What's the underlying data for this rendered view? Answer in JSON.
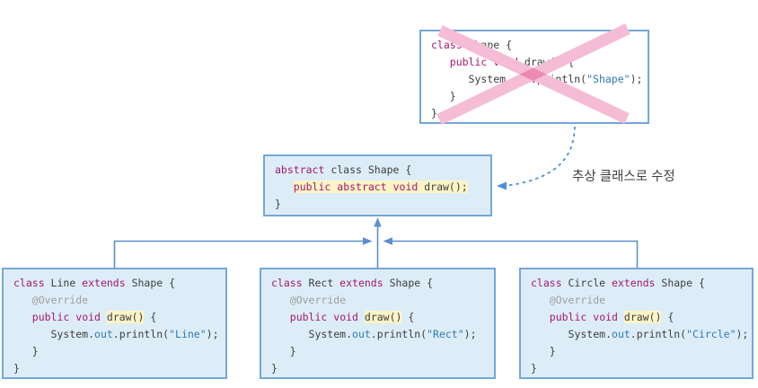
{
  "colors": {
    "keyword": "#a31670",
    "plain": "#3d3d3d",
    "blue": "#2d78b5",
    "gray": "#9e9e9e",
    "highlight": "#fdf4c6",
    "box_fill": "#ddedf8",
    "box_border": "#74a7d8",
    "arrow": "#5b8fd0",
    "dashed": "#4a90d9",
    "cross": "#f5bcd5",
    "label": "#3f3f3f",
    "bg": "#ffffff"
  },
  "annotation": {
    "label": "추상 클래스로 수정"
  },
  "boxes": {
    "crossed_shape": {
      "title": "class Shape (crossed out)",
      "lines": [
        [
          {
            "t": "class",
            "c": "kw"
          },
          {
            "t": " Shape {",
            "c": "pl"
          }
        ],
        [
          {
            "t": "   ",
            "c": "pl"
          },
          {
            "t": "public",
            "c": "kw"
          },
          {
            "t": " ",
            "c": "pl"
          },
          {
            "t": "void",
            "c": "kw"
          },
          {
            "t": " draw() {",
            "c": "pl"
          }
        ],
        [
          {
            "t": "      System.",
            "c": "pl"
          },
          {
            "t": "out",
            "c": "bl"
          },
          {
            "t": ".println(",
            "c": "pl"
          },
          {
            "t": "\"Shape\"",
            "c": "bl"
          },
          {
            "t": ");",
            "c": "pl"
          }
        ],
        [
          {
            "t": "   }",
            "c": "pl"
          }
        ],
        [
          {
            "t": "}",
            "c": "pl"
          }
        ]
      ]
    },
    "abstract_shape": {
      "title": "abstract class Shape",
      "lines": [
        [
          {
            "t": "abstract",
            "c": "kw"
          },
          {
            "t": " class Shape {",
            "c": "pl"
          }
        ],
        [
          {
            "t": "   ",
            "c": "pl"
          },
          {
            "t": "public",
            "c": "kw",
            "h": true
          },
          {
            "t": " ",
            "c": "pl",
            "h": true
          },
          {
            "t": "abstract",
            "c": "kw",
            "h": true
          },
          {
            "t": " ",
            "c": "pl",
            "h": true
          },
          {
            "t": "void",
            "c": "kw",
            "h": true
          },
          {
            "t": " draw();",
            "c": "pl",
            "h": true
          }
        ],
        [
          {
            "t": "}",
            "c": "pl"
          }
        ]
      ]
    },
    "line_class": {
      "title": "class Line extends Shape",
      "lines": [
        [
          {
            "t": "class",
            "c": "kw"
          },
          {
            "t": " Line ",
            "c": "pl"
          },
          {
            "t": "extends",
            "c": "kw"
          },
          {
            "t": " Shape {",
            "c": "pl"
          }
        ],
        [
          {
            "t": "   ",
            "c": "pl"
          },
          {
            "t": "@Override",
            "c": "gy"
          }
        ],
        [
          {
            "t": "   ",
            "c": "pl"
          },
          {
            "t": "public",
            "c": "kw"
          },
          {
            "t": " ",
            "c": "pl"
          },
          {
            "t": "void",
            "c": "kw"
          },
          {
            "t": " ",
            "c": "pl"
          },
          {
            "t": "draw()",
            "c": "pl",
            "h": true
          },
          {
            "t": " {",
            "c": "pl"
          }
        ],
        [
          {
            "t": "      System.",
            "c": "pl"
          },
          {
            "t": "out",
            "c": "bl"
          },
          {
            "t": ".println(",
            "c": "pl"
          },
          {
            "t": "\"Line\"",
            "c": "bl"
          },
          {
            "t": ");",
            "c": "pl"
          }
        ],
        [
          {
            "t": "   }",
            "c": "pl"
          }
        ],
        [
          {
            "t": "}",
            "c": "pl"
          }
        ]
      ]
    },
    "rect_class": {
      "title": "class Rect extends Shape",
      "lines": [
        [
          {
            "t": "class",
            "c": "kw"
          },
          {
            "t": " Rect ",
            "c": "pl"
          },
          {
            "t": "extends",
            "c": "kw"
          },
          {
            "t": " Shape {",
            "c": "pl"
          }
        ],
        [
          {
            "t": "   ",
            "c": "pl"
          },
          {
            "t": "@Override",
            "c": "gy"
          }
        ],
        [
          {
            "t": "   ",
            "c": "pl"
          },
          {
            "t": "public",
            "c": "kw"
          },
          {
            "t": " ",
            "c": "pl"
          },
          {
            "t": "void",
            "c": "kw"
          },
          {
            "t": " ",
            "c": "pl"
          },
          {
            "t": "draw()",
            "c": "pl",
            "h": true
          },
          {
            "t": " {",
            "c": "pl"
          }
        ],
        [
          {
            "t": "      System.",
            "c": "pl"
          },
          {
            "t": "out",
            "c": "bl"
          },
          {
            "t": ".println(",
            "c": "pl"
          },
          {
            "t": "\"Rect\"",
            "c": "bl"
          },
          {
            "t": ");",
            "c": "pl"
          }
        ],
        [
          {
            "t": "   }",
            "c": "pl"
          }
        ],
        [
          {
            "t": "}",
            "c": "pl"
          }
        ]
      ]
    },
    "circle_class": {
      "title": "class Circle extends Shape",
      "lines": [
        [
          {
            "t": "class",
            "c": "kw"
          },
          {
            "t": " Circle ",
            "c": "pl"
          },
          {
            "t": "extends",
            "c": "kw"
          },
          {
            "t": " Shape {",
            "c": "pl"
          }
        ],
        [
          {
            "t": "   ",
            "c": "pl"
          },
          {
            "t": "@Override",
            "c": "gy"
          }
        ],
        [
          {
            "t": "   ",
            "c": "pl"
          },
          {
            "t": "public",
            "c": "kw"
          },
          {
            "t": " ",
            "c": "pl"
          },
          {
            "t": "void",
            "c": "kw"
          },
          {
            "t": " ",
            "c": "pl"
          },
          {
            "t": "draw()",
            "c": "pl",
            "h": true
          },
          {
            "t": " {",
            "c": "pl"
          }
        ],
        [
          {
            "t": "      System.",
            "c": "pl"
          },
          {
            "t": "out",
            "c": "bl"
          },
          {
            "t": ".println(",
            "c": "pl"
          },
          {
            "t": "\"Circle\"",
            "c": "bl"
          },
          {
            "t": ");",
            "c": "pl"
          }
        ],
        [
          {
            "t": "   }",
            "c": "pl"
          }
        ],
        [
          {
            "t": "}",
            "c": "pl"
          }
        ]
      ]
    }
  }
}
